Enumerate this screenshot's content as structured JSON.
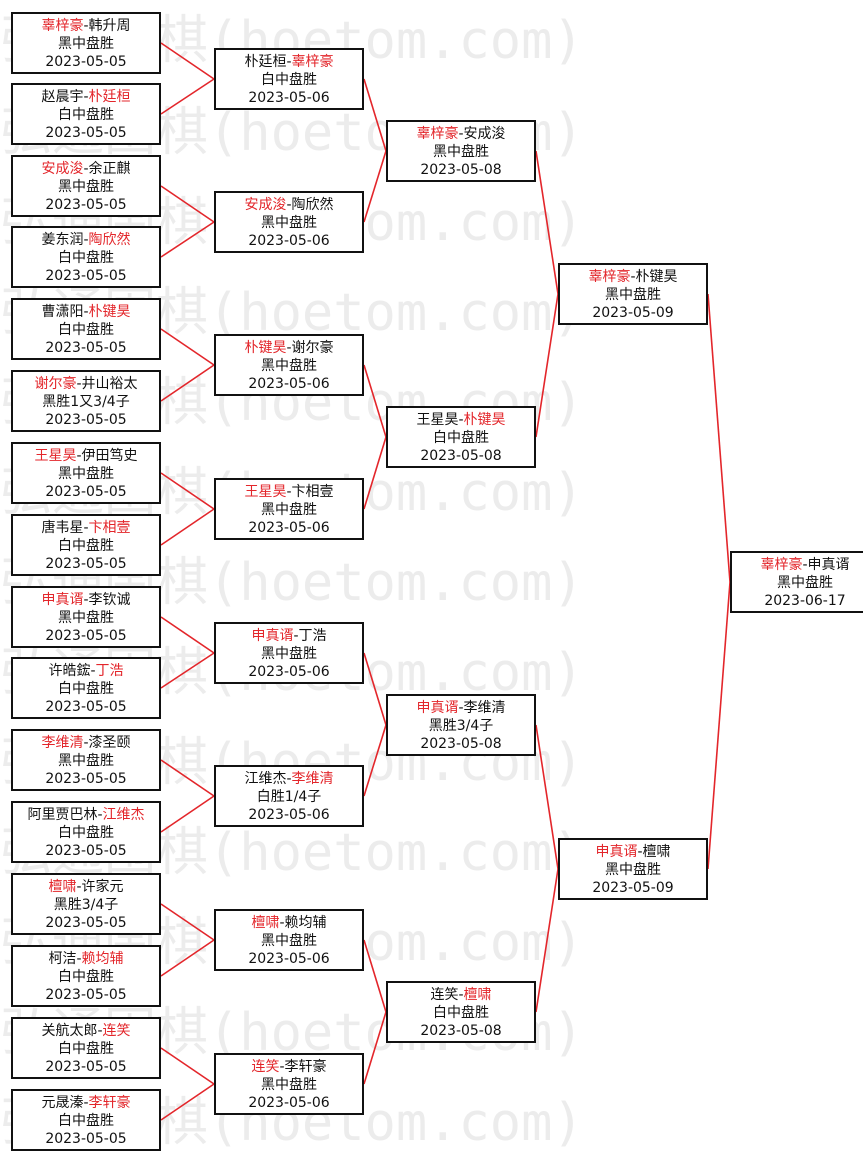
{
  "watermark": {
    "text": "弘通围棋(hoetom.com)",
    "color": "#ececec"
  },
  "colors": {
    "winner": "#e3262b",
    "line": "#e3262b",
    "border": "#111111"
  },
  "rounds": [
    [
      {
        "black": "辜梓豪",
        "white": "韩升周",
        "winner": "black",
        "result": "黑中盘胜",
        "date": "2023-05-05"
      },
      {
        "black": "赵晨宇",
        "white": "朴廷桓",
        "winner": "white",
        "result": "白中盘胜",
        "date": "2023-05-05"
      },
      {
        "black": "安成浚",
        "white": "余正麒",
        "winner": "black",
        "result": "黑中盘胜",
        "date": "2023-05-05"
      },
      {
        "black": "姜东润",
        "white": "陶欣然",
        "winner": "white",
        "result": "白中盘胜",
        "date": "2023-05-05"
      },
      {
        "black": "曹潇阳",
        "white": "朴键昊",
        "winner": "white",
        "result": "白中盘胜",
        "date": "2023-05-05"
      },
      {
        "black": "谢尔豪",
        "white": "井山裕太",
        "winner": "black",
        "result": "黑胜1又3/4子",
        "date": "2023-05-05"
      },
      {
        "black": "王星昊",
        "white": "伊田笃史",
        "winner": "black",
        "result": "黑中盘胜",
        "date": "2023-05-05"
      },
      {
        "black": "唐韦星",
        "white": "卞相壹",
        "winner": "white",
        "result": "白中盘胜",
        "date": "2023-05-05"
      },
      {
        "black": "申真谞",
        "white": "李钦诚",
        "winner": "black",
        "result": "黑中盘胜",
        "date": "2023-05-05"
      },
      {
        "black": "许皓鋐",
        "white": "丁浩",
        "winner": "white",
        "result": "白中盘胜",
        "date": "2023-05-05"
      },
      {
        "black": "李维清",
        "white": "漆圣颐",
        "winner": "black",
        "result": "黑中盘胜",
        "date": "2023-05-05"
      },
      {
        "black": "阿里贾巴林",
        "white": "江维杰",
        "winner": "white",
        "result": "白中盘胜",
        "date": "2023-05-05"
      },
      {
        "black": "檀啸",
        "white": "许家元",
        "winner": "black",
        "result": "黑胜3/4子",
        "date": "2023-05-05"
      },
      {
        "black": "柯洁",
        "white": "赖均辅",
        "winner": "white",
        "result": "白中盘胜",
        "date": "2023-05-05"
      },
      {
        "black": "关航太郎",
        "white": "连笑",
        "winner": "white",
        "result": "白中盘胜",
        "date": "2023-05-05"
      },
      {
        "black": "元晟溱",
        "white": "李轩豪",
        "winner": "white",
        "result": "白中盘胜",
        "date": "2023-05-05"
      }
    ],
    [
      {
        "black": "朴廷桓",
        "white": "辜梓豪",
        "winner": "white",
        "result": "白中盘胜",
        "date": "2023-05-06"
      },
      {
        "black": "安成浚",
        "white": "陶欣然",
        "winner": "black",
        "result": "黑中盘胜",
        "date": "2023-05-06"
      },
      {
        "black": "朴键昊",
        "white": "谢尔豪",
        "winner": "black",
        "result": "黑中盘胜",
        "date": "2023-05-06"
      },
      {
        "black": "王星昊",
        "white": "卞相壹",
        "winner": "black",
        "result": "黑中盘胜",
        "date": "2023-05-06"
      },
      {
        "black": "申真谞",
        "white": "丁浩",
        "winner": "black",
        "result": "黑中盘胜",
        "date": "2023-05-06"
      },
      {
        "black": "江维杰",
        "white": "李维清",
        "winner": "white",
        "result": "白胜1/4子",
        "date": "2023-05-06"
      },
      {
        "black": "檀啸",
        "white": "赖均辅",
        "winner": "black",
        "result": "黑中盘胜",
        "date": "2023-05-06"
      },
      {
        "black": "连笑",
        "white": "李轩豪",
        "winner": "black",
        "result": "黑中盘胜",
        "date": "2023-05-06"
      }
    ],
    [
      {
        "black": "辜梓豪",
        "white": "安成浚",
        "winner": "black",
        "result": "黑中盘胜",
        "date": "2023-05-08"
      },
      {
        "black": "王星昊",
        "white": "朴键昊",
        "winner": "white",
        "result": "白中盘胜",
        "date": "2023-05-08"
      },
      {
        "black": "申真谞",
        "white": "李维清",
        "winner": "black",
        "result": "黑胜3/4子",
        "date": "2023-05-08"
      },
      {
        "black": "连笑",
        "white": "檀啸",
        "winner": "white",
        "result": "白中盘胜",
        "date": "2023-05-08"
      }
    ],
    [
      {
        "black": "辜梓豪",
        "white": "朴键昊",
        "winner": "black",
        "result": "黑中盘胜",
        "date": "2023-05-09"
      },
      {
        "black": "申真谞",
        "white": "檀啸",
        "winner": "black",
        "result": "黑中盘胜",
        "date": "2023-05-09"
      }
    ],
    [
      {
        "black": "辜梓豪",
        "white": "申真谞",
        "winner": "black",
        "result": "黑中盘胜",
        "date": "2023-06-17"
      }
    ]
  ]
}
